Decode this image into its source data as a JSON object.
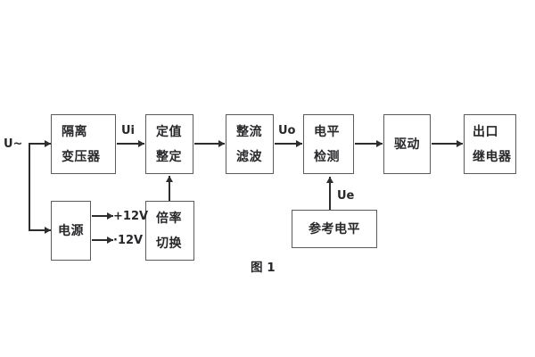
{
  "figure": {
    "caption": "图 1"
  },
  "blocks": {
    "isolation_transformer": {
      "line1": "隔离",
      "line2": "变压器"
    },
    "setpoint_setting": {
      "line1": "定值",
      "line2": "整定"
    },
    "rectifier_filter": {
      "line1": "整流",
      "line2": "滤波"
    },
    "level_detection": {
      "line1": "电平",
      "line2": "检测"
    },
    "driver": {
      "line1": "驱动"
    },
    "output_relay": {
      "line1": "出口",
      "line2": "继电器"
    },
    "power_supply": {
      "line1": "电源"
    },
    "ratio_switching": {
      "line1": "倍率",
      "line2": "切换"
    },
    "reference_level": {
      "line1": "参考电平"
    }
  },
  "labels": {
    "input_voltage": "U~",
    "ui": "Ui",
    "uo": "Uo",
    "ue": "Ue",
    "rail_positive": "+12V",
    "rail_negative": "·12V"
  },
  "colors": {
    "background": "#ffffff",
    "box_border": "#5a5b5d",
    "line": "#2e2e31",
    "text": "#28282b"
  }
}
